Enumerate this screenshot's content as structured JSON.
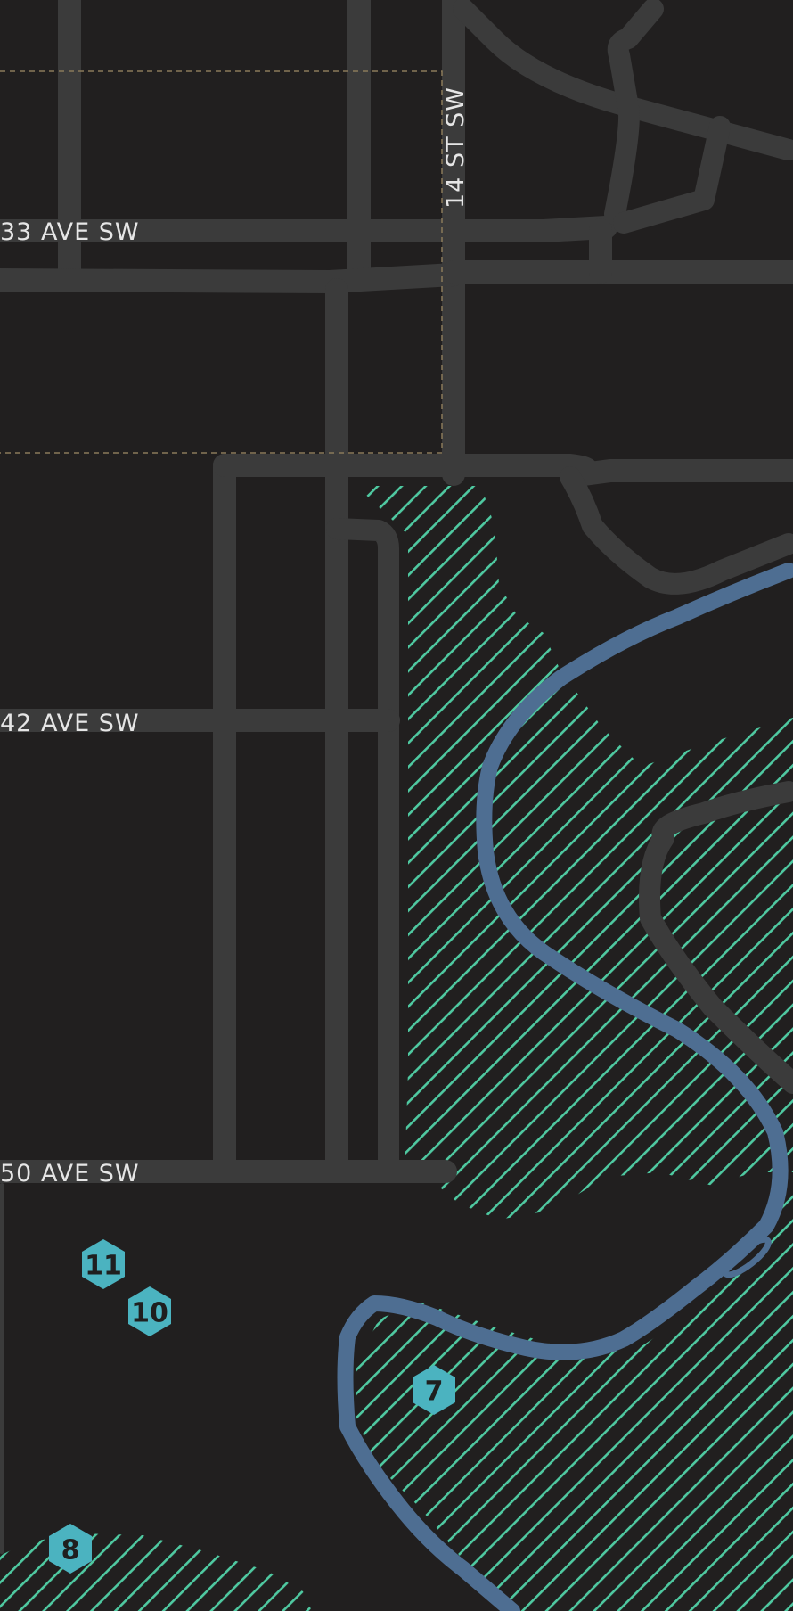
{
  "map": {
    "colors": {
      "background": "#211f1f",
      "road": "#3b3b3b",
      "river": "#4e6e92",
      "park_hatch": "#4fc9a1",
      "boundary": "#8a7a5a",
      "label": "#e6e6e6",
      "marker": "#4bb3c0"
    },
    "street_labels": {
      "ave_33": "33 AVE SW",
      "st_14": "14 ST SW",
      "ave_42": "42 AVE SW",
      "ave_50": "50 AVE SW"
    },
    "markers": [
      {
        "label": "11",
        "icon": "hexagon-marker-icon"
      },
      {
        "label": "10",
        "icon": "hexagon-marker-icon"
      },
      {
        "label": "7",
        "icon": "hexagon-marker-icon"
      },
      {
        "label": "8",
        "icon": "hexagon-marker-icon"
      }
    ]
  }
}
